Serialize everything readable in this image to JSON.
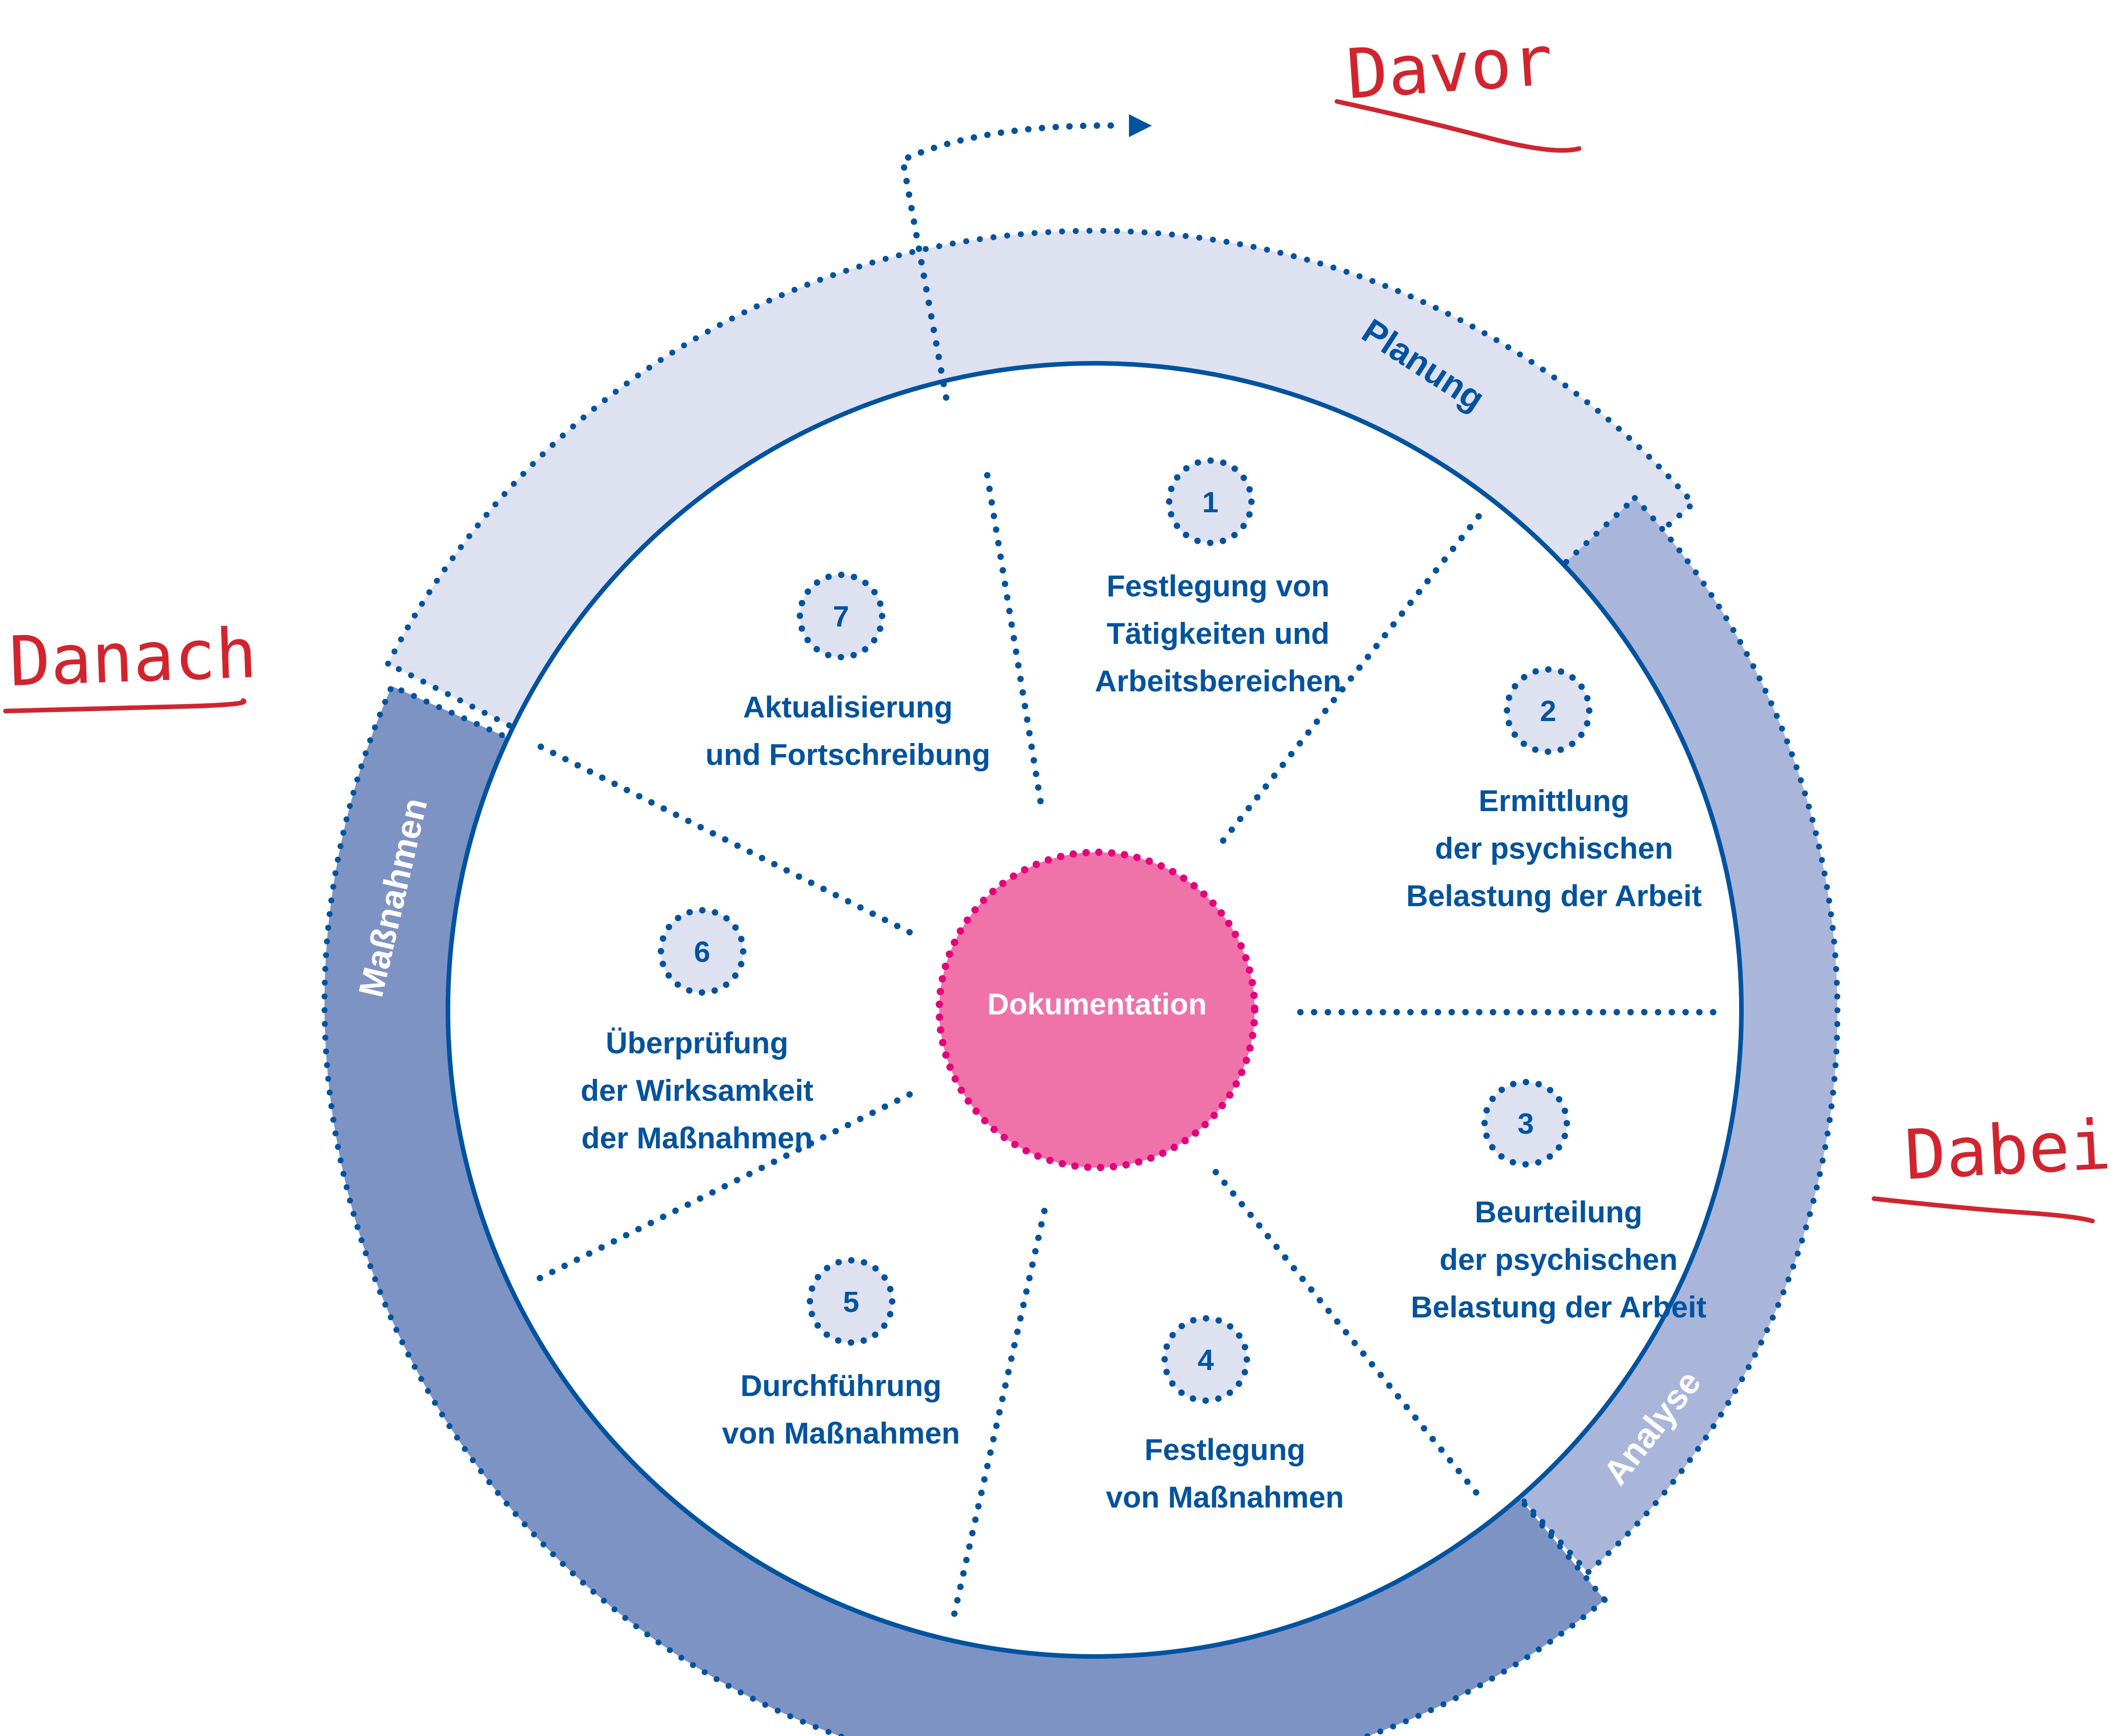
{
  "diagram": {
    "center": {
      "label": "Dokumentation"
    },
    "phases": [
      {
        "id": "planung",
        "label": "Planung"
      },
      {
        "id": "analyse",
        "label": "Analyse"
      },
      {
        "id": "massnahmen",
        "label": "Maßnahmen"
      }
    ],
    "steps": [
      {
        "number": "1",
        "lines": [
          "Festlegung von",
          "Tätigkeiten und",
          "Arbeitsbereichen"
        ]
      },
      {
        "number": "2",
        "lines": [
          "Ermittlung",
          "der psychischen",
          "Belastung der Arbeit"
        ]
      },
      {
        "number": "3",
        "lines": [
          "Beurteilung",
          "der psychischen",
          "Belastung der Arbeit"
        ]
      },
      {
        "number": "4",
        "lines": [
          "Festlegung",
          "von Maßnahmen"
        ]
      },
      {
        "number": "5",
        "lines": [
          "Durchführung",
          "von Maßnahmen"
        ]
      },
      {
        "number": "6",
        "lines": [
          "Überprüfung",
          "der Wirksamkeit",
          "der Maßnahmen"
        ]
      },
      {
        "number": "7",
        "lines": [
          "Aktualisierung",
          "und Fortschreibung"
        ]
      }
    ],
    "annotations": {
      "davor": "Davor",
      "dabei": "Dabei",
      "danach": "Danach"
    },
    "colors": {
      "primary_blue": "#0053a0",
      "planung_fill": "#dde1f0",
      "analyse_fill": "#a9b5d9",
      "massnahmen_fill": "#7d93c4",
      "center_fill": "#ef72a8",
      "center_dots": "#e6007e",
      "annotation_red": "#d4232d",
      "step_badge_fill": "#dde1f0"
    }
  }
}
